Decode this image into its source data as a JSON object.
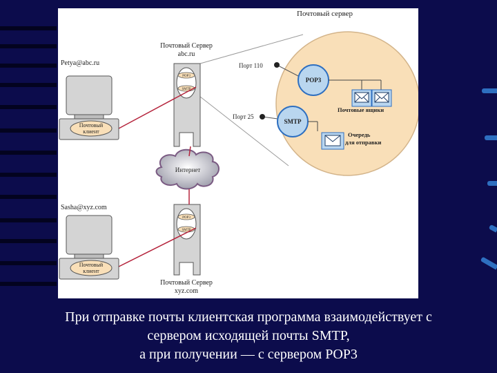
{
  "diagram": {
    "mail_server_title": "Почтовый сервер",
    "server_top": {
      "title": "Почтовый Сервер",
      "domain": "abc.ru"
    },
    "server_bottom": {
      "title": "Почтовый Сервер",
      "domain": "xyz.com"
    },
    "badge_pop3": "POP3",
    "badge_smtp": "SMTP",
    "port_110": "Порт 110",
    "port_25": "Порт 25",
    "pop3_label": "POP3",
    "smtp_label": "SMTP",
    "mailboxes_label": "Почтовые ящики",
    "queue_label_1": "Очередь",
    "queue_label_2": "для отправки",
    "internet_label": "Интернет",
    "user_top_email": "Petya@abc.ru",
    "user_bottom_email": "Sasha@xyz.com",
    "client_label_1": "Почтовый",
    "client_label_2": "клиент"
  },
  "caption": {
    "line1": "При отправке почты клиентская программа взаимодействует с",
    "line2": "сервером исходящей почты SMTP,",
    "line3": "а при получении — с сервером POP3"
  },
  "colors": {
    "background": "#0c0c4c",
    "circle_fill": "#f9dfb8",
    "node_fill": "#b9d6ef",
    "link_red": "#b5243c",
    "accent_blue": "#2e6fc0"
  }
}
